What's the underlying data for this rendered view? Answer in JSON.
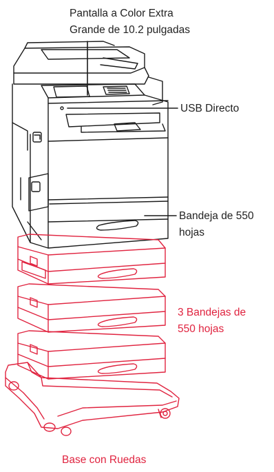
{
  "labels": {
    "screen_line1": "Pantalla a Color Extra",
    "screen_line2": "Grande de 10.2 pulgadas",
    "usb": "USB Directo",
    "tray_line1": "Bandeja de 550",
    "tray_line2": "hojas",
    "extra_trays_line1": "3 Bandejas de",
    "extra_trays_line2": "550 hojas",
    "caster_base": "Base con Ruedas"
  },
  "colors": {
    "printer_outline": "#1a1a1a",
    "accessory_outline": "#e0233f",
    "callout_line": "#1a1a1a",
    "background": "#ffffff"
  }
}
